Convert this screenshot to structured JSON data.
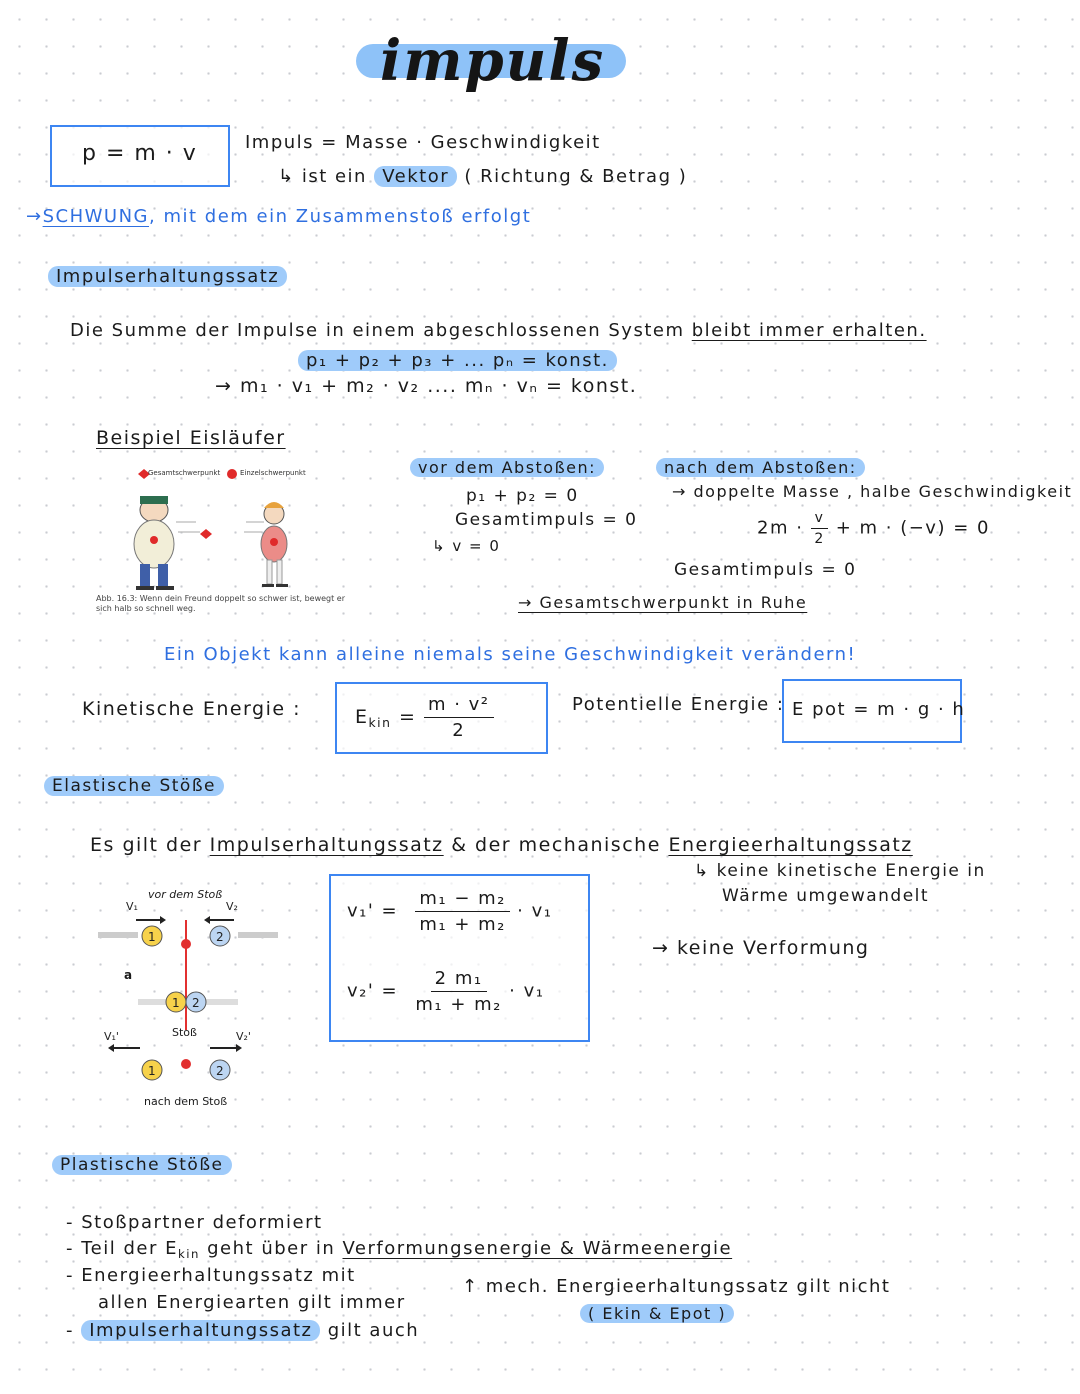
{
  "title": "impuls",
  "formula_momentum": "p = m · v",
  "definition": {
    "line1": "Impuls = Masse · Geschwindigkeit",
    "line2_pre": "ist ein",
    "line2_hl": "Vektor",
    "line2_post": "( Richtung & Betrag )"
  },
  "schwung": {
    "arrow": "→",
    "word": "SCHWUNG",
    "rest": ", mit dem ein Zusammenstoß erfolgt"
  },
  "impulserhaltung": {
    "heading": "Impulserhaltungssatz",
    "statement_pre": "Die Summe der Impulse in einem abgeschlossenen System",
    "statement_ul": "bleibt immer erhalten.",
    "eq1": "p₁ + p₂ + p₃ + ... pₙ = konst.",
    "eq2": "→ m₁ · v₁ + m₂ · v₂ .... mₙ · vₙ = konst."
  },
  "example": {
    "heading": "Beispiel Eisläufer",
    "legend_total": "Gesamtschwerpunkt",
    "legend_single": "Einzelschwerpunkt",
    "caption": "Abb. 16.3: Wenn dein Freund doppelt so schwer ist, bewegt er sich halb so schnell weg.",
    "before_heading": "vor dem Abstoßen:",
    "before_eq": "p₁ + p₂ = 0",
    "before_total": "Gesamtimpuls = 0",
    "before_v": "↳ v = 0",
    "after_heading": "nach dem Abstoßen:",
    "after_line": "→ doppelte Masse , halbe Geschwindigkeit",
    "after_eq_left": "2m ·",
    "after_eq_num": "v",
    "after_eq_den": "2",
    "after_eq_right": "+ m · (−v) = 0",
    "after_total": "Gesamtimpuls = 0",
    "after_rest": "→ Gesamtschwerpunkt in Ruhe"
  },
  "object_statement": "Ein Objekt kann alleine niemals seine Geschwindigkeit verändern!",
  "kinetic": {
    "label": "Kinetische Energie :",
    "lhs": "E",
    "lhs_sub": "kin",
    "num": "m · v²",
    "den": "2"
  },
  "potential": {
    "label": "Potentielle Energie :",
    "formula": "E pot = m · g · h"
  },
  "elastic": {
    "heading": "Elastische Stöße",
    "statement_pre": "Es gilt der",
    "statement_ul1": "Impulserhaltungssatz",
    "statement_mid": "& der mechanische",
    "statement_ul2": "Energieerhaltungssatz",
    "note1": "↳ keine kinetische Energie in",
    "note2": "Wärme umgewandelt",
    "note3": "→ keine Verformung",
    "fig_before": "vor dem Stoß",
    "fig_a": "a",
    "fig_stoss": "Stoß",
    "fig_after": "nach dem Stoß",
    "v1_lhs": "v₁' =",
    "v1_num": "m₁ − m₂",
    "v1_den": "m₁ + m₂",
    "v1_tail": "· v₁",
    "v2_lhs": "v₂' =",
    "v2_num": "2 m₁",
    "v2_den": "m₁ + m₂",
    "v2_tail": "· v₁"
  },
  "plastic": {
    "heading": "Plastische Stöße",
    "b1": "- Stoßpartner deformiert",
    "b2_pre": "- Teil der E",
    "b2_sub": "kin",
    "b2_post": "geht über in",
    "b2_ul": "Verformungsenergie & Wärmeenergie",
    "b3": "- Energieerhaltungssatz mit",
    "b3b": "allen Energiearten gilt immer",
    "b3_note": "↑ mech. Energieerhaltungssatz gilt nicht",
    "b3_note2": "( Ekin & Epot )",
    "b4_hl": "Impulserhaltungssatz",
    "b4_post": "gilt auch"
  },
  "colors": {
    "accent": "#2f6fe0",
    "highlight": "#9fcbfa",
    "box": "#3d86f2"
  }
}
